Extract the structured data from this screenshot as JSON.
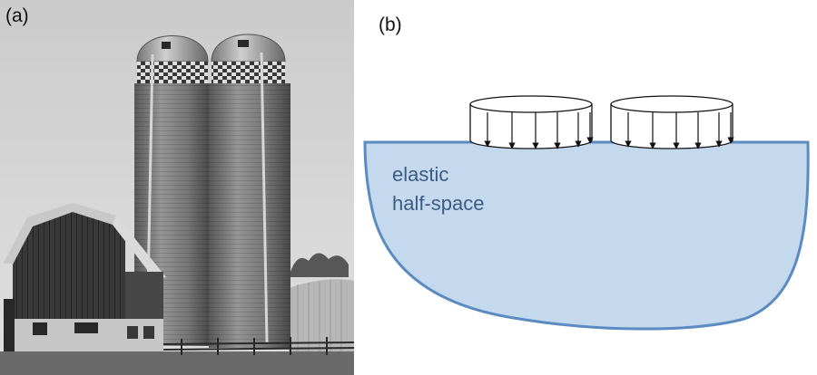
{
  "figure": {
    "panel_a": {
      "label": "(a)",
      "photo_subject": "grayscale photo of two tall farm silos with domed roofs beside a barn"
    },
    "panel_b": {
      "label": "(b)",
      "region_label_line1": "elastic",
      "region_label_line2": "half-space",
      "load_count": 2,
      "arrows_per_load": 6
    }
  },
  "colors": {
    "half_space_fill": "#c5d9ee",
    "half_space_stroke": "#5b8bc0",
    "region_text": "#3b5b82",
    "load_stroke": "#111111"
  }
}
